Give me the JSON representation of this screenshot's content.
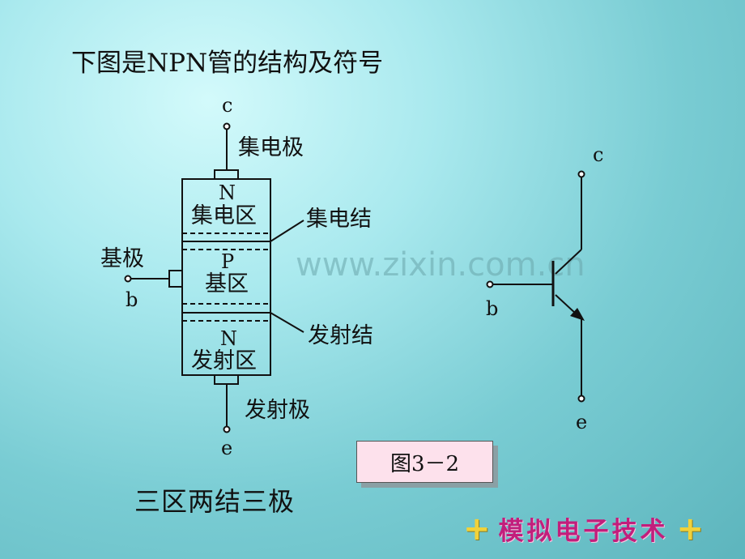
{
  "slide": {
    "title": "下图是NPN管的结构及符号",
    "figure_label": "图3－2",
    "caption": "三区两结三极",
    "watermark": "www.zixin.com.cn",
    "footer": {
      "text": "模拟电子技术",
      "plus_left": "+",
      "plus_right": "+"
    }
  },
  "structure": {
    "terminal_collector": "c",
    "terminal_base": "b",
    "terminal_emitter": "e",
    "label_collector_electrode": "集电极",
    "label_base_electrode": "基极",
    "label_emitter_electrode": "发射极",
    "collector_region_type": "N",
    "collector_region_name": "集电区",
    "base_region_type": "P",
    "base_region_name": "基区",
    "emitter_region_type": "N",
    "emitter_region_name": "发射区",
    "collector_junction": "集电结",
    "emitter_junction": "发射结"
  },
  "symbol": {
    "terminal_collector": "c",
    "terminal_base": "b",
    "terminal_emitter": "e"
  },
  "colors": {
    "figure_label_bg": "#fde1ec",
    "footer_text": "#c21e7c",
    "footer_plus": "#f1d23a"
  }
}
